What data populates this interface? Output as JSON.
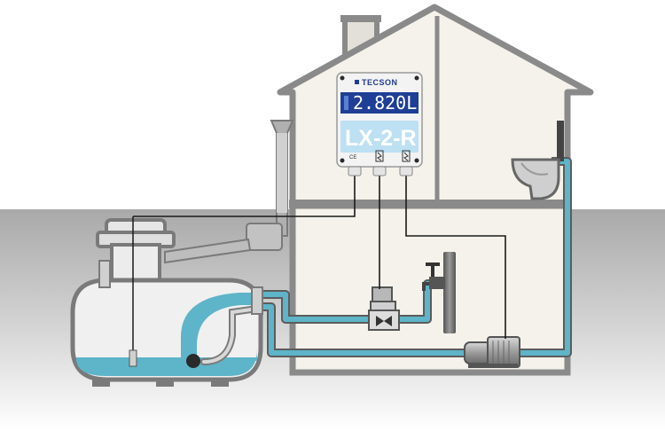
{
  "device": {
    "brand": "TECSON",
    "display_value": "2.820L",
    "model": "LX-2-R",
    "mark": "CE"
  },
  "colors": {
    "water": "#5eb4c8",
    "pipe_fill": "#bfe6ef",
    "outline": "#7a7a7a",
    "house_wall": "#f4f2ea",
    "ground": "#b9b9b9",
    "lcd": "#1e3f95",
    "model_panel": "#bde0f2",
    "cable": "#1a1a1a"
  }
}
